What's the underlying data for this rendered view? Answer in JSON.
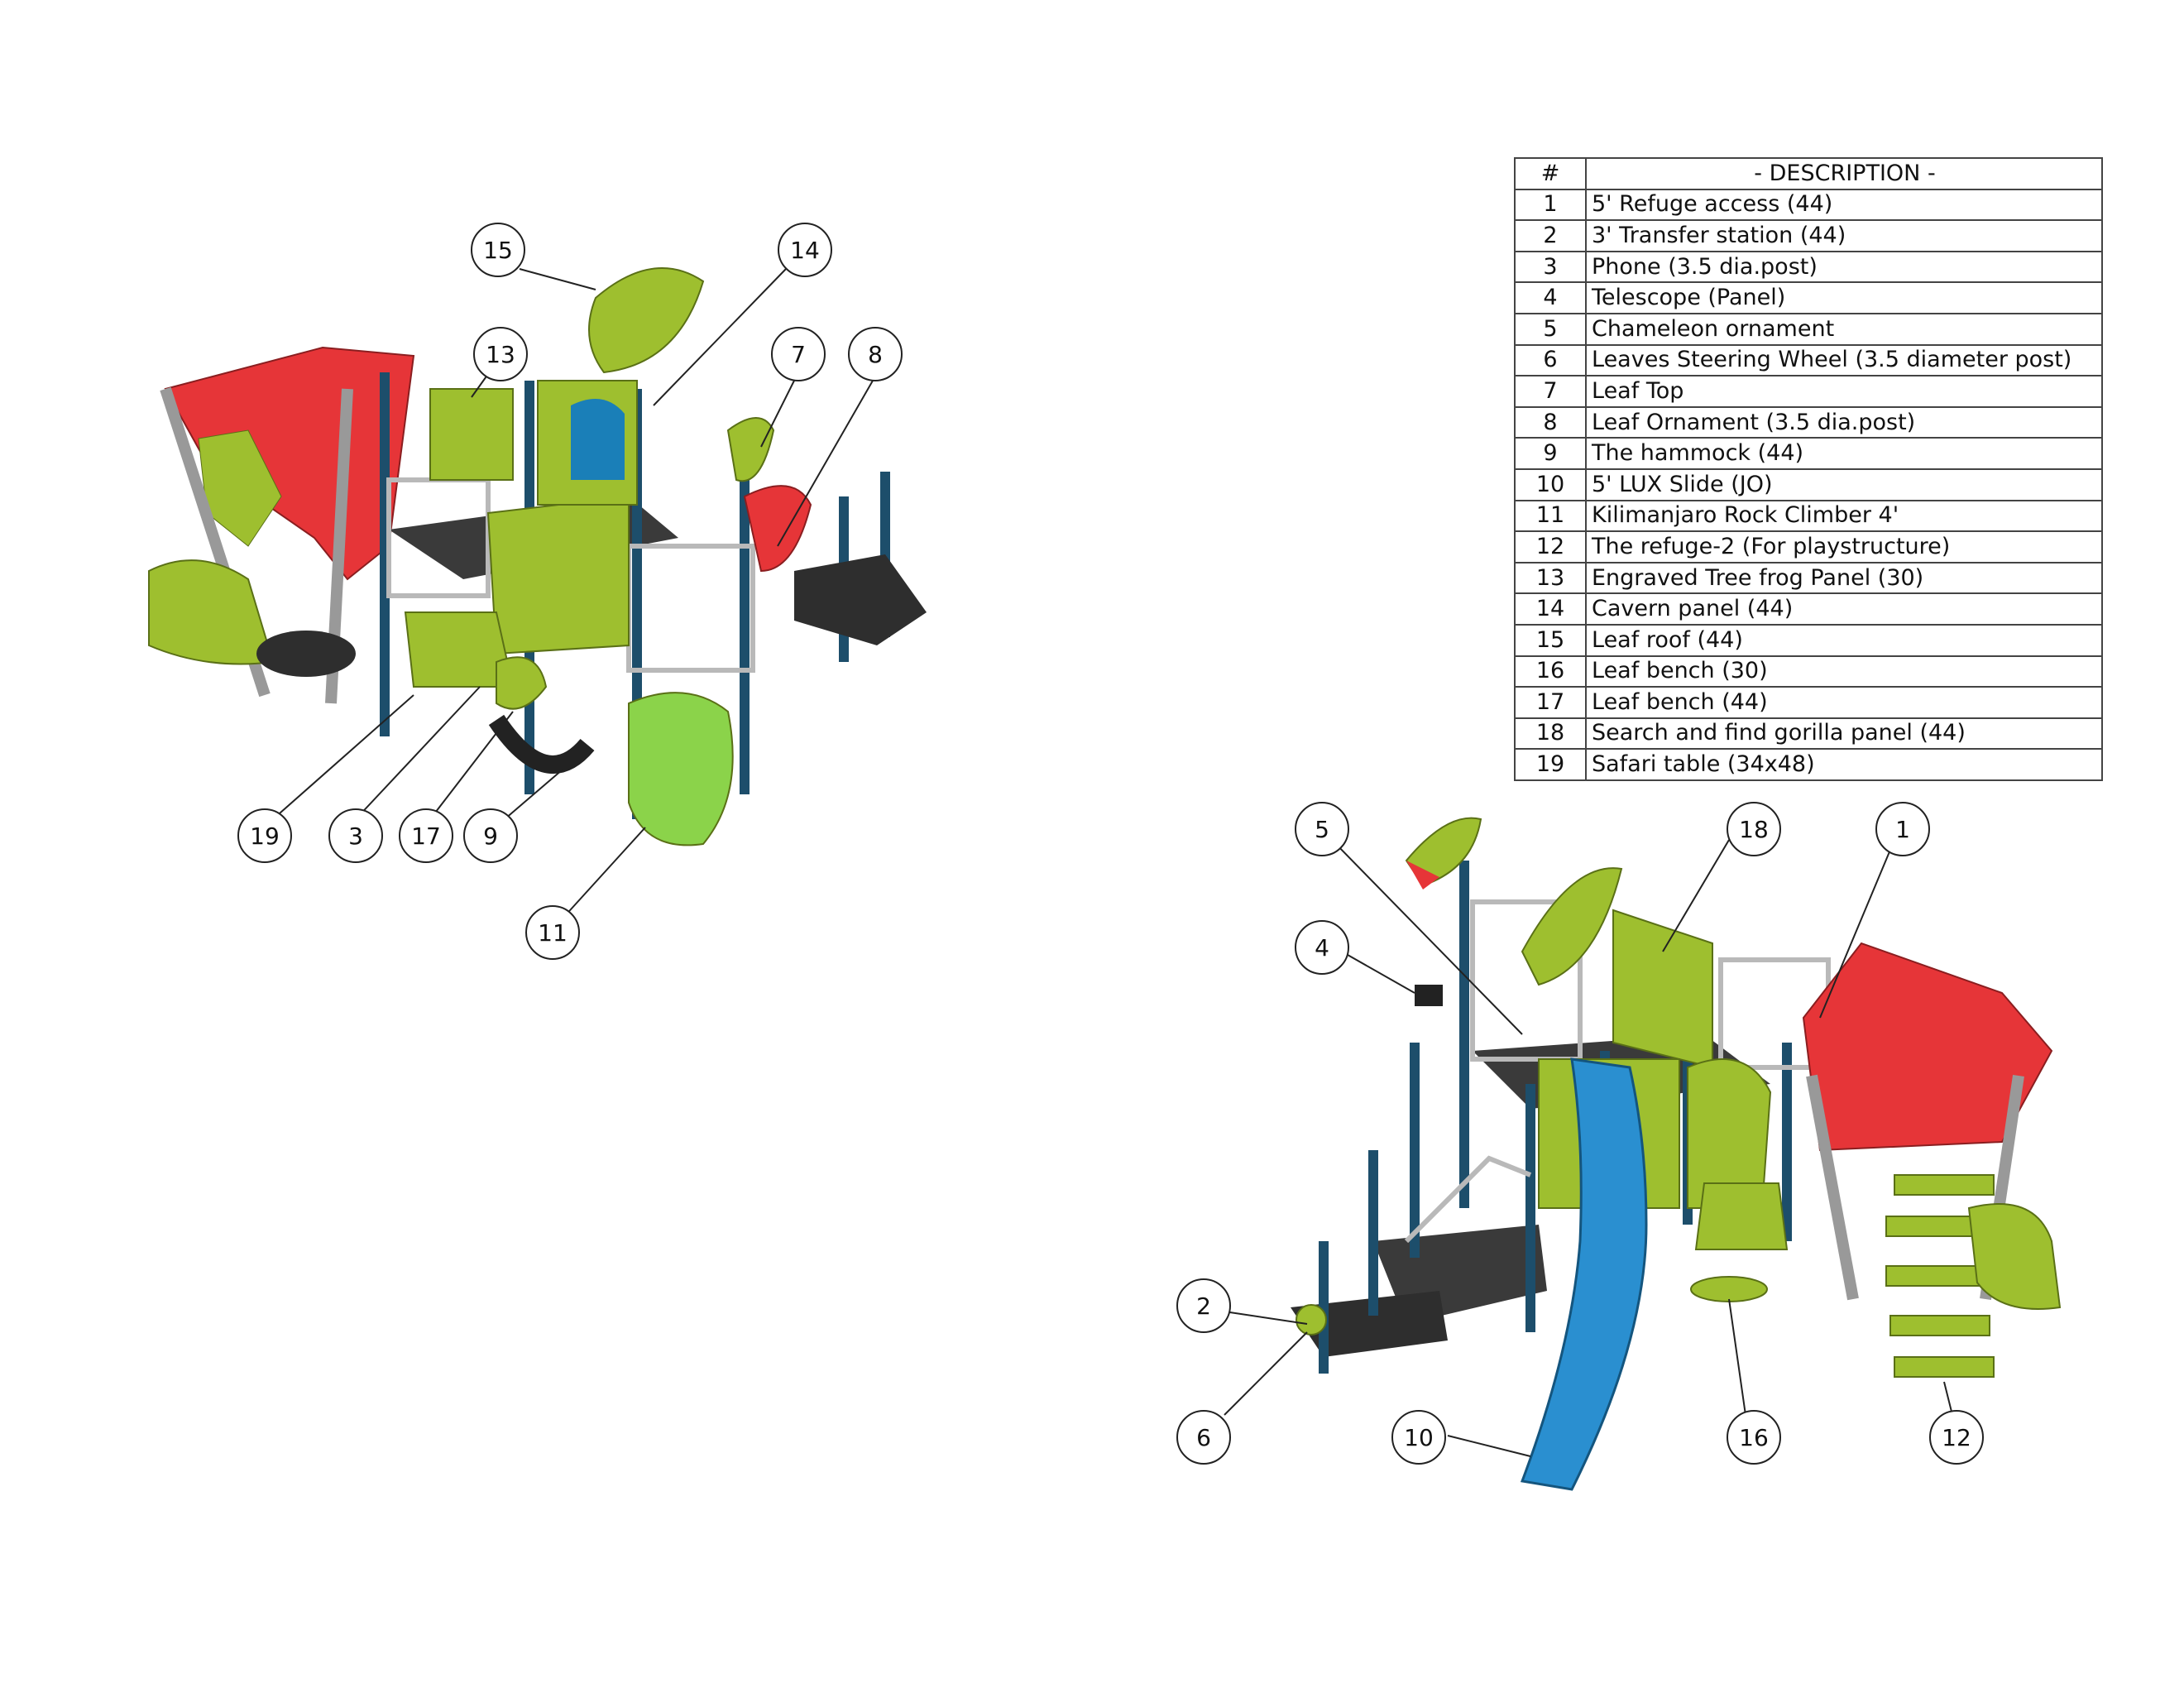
{
  "table": {
    "header_num": "#",
    "header_desc": "- DESCRIPTION -",
    "rows": [
      {
        "n": "1",
        "d": "5' Refuge access (44)"
      },
      {
        "n": "2",
        "d": "3' Transfer station (44)"
      },
      {
        "n": "3",
        "d": "Phone (3.5 dia.post)"
      },
      {
        "n": "4",
        "d": "Telescope (Panel)"
      },
      {
        "n": "5",
        "d": "Chameleon ornament"
      },
      {
        "n": "6",
        "d": "Leaves Steering Wheel (3.5 diameter post)"
      },
      {
        "n": "7",
        "d": "Leaf Top"
      },
      {
        "n": "8",
        "d": "Leaf Ornament (3.5 dia.post)"
      },
      {
        "n": "9",
        "d": "The hammock (44)"
      },
      {
        "n": "10",
        "d": "5' LUX Slide (JO)"
      },
      {
        "n": "11",
        "d": "Kilimanjaro Rock Climber 4'"
      },
      {
        "n": "12",
        "d": "The refuge-2 (For playstructure)"
      },
      {
        "n": "13",
        "d": "Engraved Tree frog Panel (30)"
      },
      {
        "n": "14",
        "d": "Cavern panel (44)"
      },
      {
        "n": "15",
        "d": "Leaf roof (44)"
      },
      {
        "n": "16",
        "d": "Leaf bench (30)"
      },
      {
        "n": "17",
        "d": "Leaf bench (44)"
      },
      {
        "n": "18",
        "d": "Search and find gorilla panel (44)"
      },
      {
        "n": "19",
        "d": "Safari table (34x48)"
      }
    ]
  },
  "callouts": {
    "c15": "15",
    "c14": "14",
    "c13": "13",
    "c7": "7",
    "c8": "8",
    "c19": "19",
    "c3": "3",
    "c17": "17",
    "c9": "9",
    "c11": "11",
    "c5": "5",
    "c18": "18",
    "c1": "1",
    "c4": "4",
    "c2": "2",
    "c6": "6",
    "c10": "10",
    "c16": "16",
    "c12": "12"
  },
  "colors": {
    "roof_red": "#e63538",
    "panel_green": "#9ebf2f",
    "post_navy": "#1d4e6b",
    "deck_dark": "#3a3a3a",
    "slide_blue": "#2a8fd0",
    "rail_grey": "#b9b9b9"
  }
}
